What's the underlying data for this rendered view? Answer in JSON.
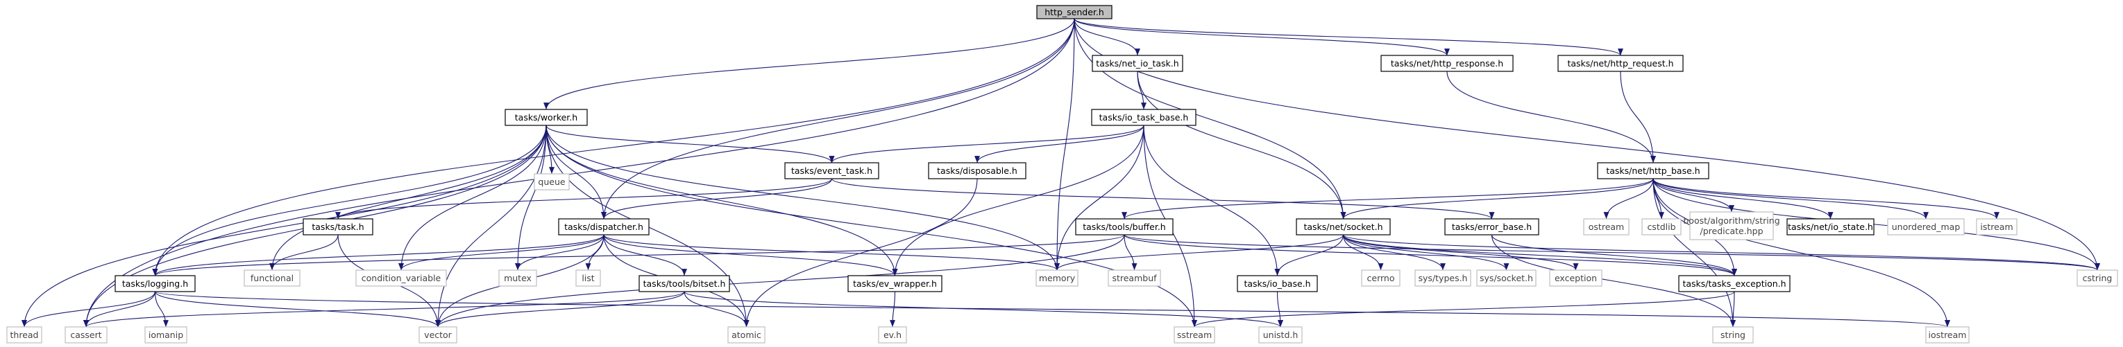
{
  "colors": {
    "root_fill": "#bfbfbf",
    "local_fill": "#ffffff",
    "local_stroke": "#000000",
    "system_stroke": "#bfbfbf",
    "system_text": "#444444",
    "edge": "#191970"
  },
  "nodes": [
    {
      "id": "http_sender",
      "label": "http_sender.h",
      "kind": "root"
    },
    {
      "id": "net_io_task",
      "label": "tasks/net_io_task.h",
      "kind": "local"
    },
    {
      "id": "http_response",
      "label": "tasks/net/http_response.h",
      "kind": "local"
    },
    {
      "id": "http_request",
      "label": "tasks/net/http_request.h",
      "kind": "local"
    },
    {
      "id": "io_task_base",
      "label": "tasks/io_task_base.h",
      "kind": "local"
    },
    {
      "id": "worker",
      "label": "tasks/worker.h",
      "kind": "local"
    },
    {
      "id": "queue",
      "label": "queue",
      "kind": "system"
    },
    {
      "id": "event_task",
      "label": "tasks/event_task.h",
      "kind": "local"
    },
    {
      "id": "disposable",
      "label": "tasks/disposable.h",
      "kind": "local"
    },
    {
      "id": "http_base",
      "label": "tasks/net/http_base.h",
      "kind": "local"
    },
    {
      "id": "task",
      "label": "tasks/task.h",
      "kind": "local"
    },
    {
      "id": "dispatcher",
      "label": "tasks/dispatcher.h",
      "kind": "local"
    },
    {
      "id": "buffer",
      "label": "tasks/tools/buffer.h",
      "kind": "local"
    },
    {
      "id": "socket",
      "label": "tasks/net/socket.h",
      "kind": "local"
    },
    {
      "id": "error_base",
      "label": "tasks/error_base.h",
      "kind": "local"
    },
    {
      "id": "ostream",
      "label": "ostream",
      "kind": "system"
    },
    {
      "id": "cstdlib",
      "label": "cstdlib",
      "kind": "system"
    },
    {
      "id": "predicate",
      "label": "boost/algorithm/string\n/predicate.hpp",
      "kind": "system"
    },
    {
      "id": "io_state",
      "label": "tasks/net/io_state.h",
      "kind": "local"
    },
    {
      "id": "unordered_map",
      "label": "unordered_map",
      "kind": "system"
    },
    {
      "id": "istream",
      "label": "istream",
      "kind": "system"
    },
    {
      "id": "functional",
      "label": "functional",
      "kind": "system"
    },
    {
      "id": "condition_variable",
      "label": "condition_variable",
      "kind": "system"
    },
    {
      "id": "mutex",
      "label": "mutex",
      "kind": "system"
    },
    {
      "id": "list",
      "label": "list",
      "kind": "system"
    },
    {
      "id": "memory",
      "label": "memory",
      "kind": "system"
    },
    {
      "id": "streambuf",
      "label": "streambuf",
      "kind": "system"
    },
    {
      "id": "cerrno",
      "label": "cerrno",
      "kind": "system"
    },
    {
      "id": "sys_types",
      "label": "sys/types.h",
      "kind": "system"
    },
    {
      "id": "sys_socket",
      "label": "sys/socket.h",
      "kind": "system"
    },
    {
      "id": "exception",
      "label": "exception",
      "kind": "system"
    },
    {
      "id": "cstring",
      "label": "cstring",
      "kind": "system"
    },
    {
      "id": "logging",
      "label": "tasks/logging.h",
      "kind": "local"
    },
    {
      "id": "bitset",
      "label": "tasks/tools/bitset.h",
      "kind": "local"
    },
    {
      "id": "ev_wrapper",
      "label": "tasks/ev_wrapper.h",
      "kind": "local"
    },
    {
      "id": "io_base",
      "label": "tasks/io_base.h",
      "kind": "local"
    },
    {
      "id": "tasks_exception",
      "label": "tasks/tasks_exception.h",
      "kind": "local"
    },
    {
      "id": "thread",
      "label": "thread",
      "kind": "system"
    },
    {
      "id": "cassert",
      "label": "cassert",
      "kind": "system"
    },
    {
      "id": "iomanip",
      "label": "iomanip",
      "kind": "system"
    },
    {
      "id": "vector",
      "label": "vector",
      "kind": "system"
    },
    {
      "id": "atomic",
      "label": "atomic",
      "kind": "system"
    },
    {
      "id": "ev_h",
      "label": "ev.h",
      "kind": "system"
    },
    {
      "id": "sstream",
      "label": "sstream",
      "kind": "system"
    },
    {
      "id": "unistd",
      "label": "unistd.h",
      "kind": "system"
    },
    {
      "id": "string",
      "label": "string",
      "kind": "system"
    },
    {
      "id": "iostream",
      "label": "iostream",
      "kind": "system"
    }
  ],
  "edges": [
    [
      "http_sender",
      "net_io_task"
    ],
    [
      "http_sender",
      "http_response"
    ],
    [
      "http_sender",
      "http_request"
    ],
    [
      "http_sender",
      "worker"
    ],
    [
      "http_sender",
      "dispatcher"
    ],
    [
      "http_sender",
      "memory"
    ],
    [
      "http_sender",
      "socket"
    ],
    [
      "http_sender",
      "cstring"
    ],
    [
      "http_sender",
      "logging"
    ],
    [
      "http_sender",
      "cassert"
    ],
    [
      "net_io_task",
      "io_task_base"
    ],
    [
      "net_io_task",
      "socket"
    ],
    [
      "http_response",
      "http_base"
    ],
    [
      "http_request",
      "http_base"
    ],
    [
      "io_task_base",
      "event_task"
    ],
    [
      "io_task_base",
      "disposable"
    ],
    [
      "io_task_base",
      "memory"
    ],
    [
      "io_task_base",
      "ev_wrapper"
    ],
    [
      "io_task_base",
      "io_base"
    ],
    [
      "io_task_base",
      "sstream"
    ],
    [
      "worker",
      "queue"
    ],
    [
      "worker",
      "event_task"
    ],
    [
      "worker",
      "dispatcher"
    ],
    [
      "worker",
      "functional"
    ],
    [
      "worker",
      "condition_variable"
    ],
    [
      "worker",
      "mutex"
    ],
    [
      "worker",
      "memory"
    ],
    [
      "worker",
      "ev_wrapper"
    ],
    [
      "worker",
      "logging"
    ],
    [
      "worker",
      "thread"
    ],
    [
      "worker",
      "cassert"
    ],
    [
      "worker",
      "vector"
    ],
    [
      "worker",
      "atomic"
    ],
    [
      "worker",
      "sstream"
    ],
    [
      "event_task",
      "task"
    ],
    [
      "event_task",
      "dispatcher"
    ],
    [
      "event_task",
      "error_base"
    ],
    [
      "disposable",
      "atomic"
    ],
    [
      "http_base",
      "buffer"
    ],
    [
      "http_base",
      "socket"
    ],
    [
      "http_base",
      "ostream"
    ],
    [
      "http_base",
      "cstdlib"
    ],
    [
      "http_base",
      "predicate"
    ],
    [
      "http_base",
      "io_state"
    ],
    [
      "http_base",
      "unordered_map"
    ],
    [
      "http_base",
      "istream"
    ],
    [
      "http_base",
      "cstring"
    ],
    [
      "http_base",
      "iostream"
    ],
    [
      "http_base",
      "tasks_exception"
    ],
    [
      "http_base",
      "string"
    ],
    [
      "task",
      "functional"
    ],
    [
      "task",
      "vector"
    ],
    [
      "dispatcher",
      "condition_variable"
    ],
    [
      "dispatcher",
      "mutex"
    ],
    [
      "dispatcher",
      "list"
    ],
    [
      "dispatcher",
      "memory"
    ],
    [
      "dispatcher",
      "logging"
    ],
    [
      "dispatcher",
      "bitset"
    ],
    [
      "dispatcher",
      "ev_wrapper"
    ],
    [
      "dispatcher",
      "vector"
    ],
    [
      "dispatcher",
      "atomic"
    ],
    [
      "buffer",
      "streambuf"
    ],
    [
      "buffer",
      "logging"
    ],
    [
      "buffer",
      "vector"
    ],
    [
      "buffer",
      "tasks_exception"
    ],
    [
      "buffer",
      "cstring"
    ],
    [
      "socket",
      "memory"
    ],
    [
      "socket",
      "io_base"
    ],
    [
      "socket",
      "cerrno"
    ],
    [
      "socket",
      "sys_types"
    ],
    [
      "socket",
      "sys_socket"
    ],
    [
      "socket",
      "exception"
    ],
    [
      "socket",
      "tasks_exception"
    ],
    [
      "socket",
      "cstring"
    ],
    [
      "error_base",
      "tasks_exception"
    ],
    [
      "error_base",
      "string"
    ],
    [
      "logging",
      "thread"
    ],
    [
      "logging",
      "cassert"
    ],
    [
      "logging",
      "iomanip"
    ],
    [
      "logging",
      "vector"
    ],
    [
      "logging",
      "iostream"
    ],
    [
      "bitset",
      "vector"
    ],
    [
      "bitset",
      "atomic"
    ],
    [
      "bitset",
      "cassert"
    ],
    [
      "bitset",
      "unistd"
    ],
    [
      "ev_wrapper",
      "ev_h"
    ],
    [
      "io_base",
      "unistd"
    ],
    [
      "tasks_exception",
      "string"
    ],
    [
      "tasks_exception",
      "sstream"
    ]
  ]
}
